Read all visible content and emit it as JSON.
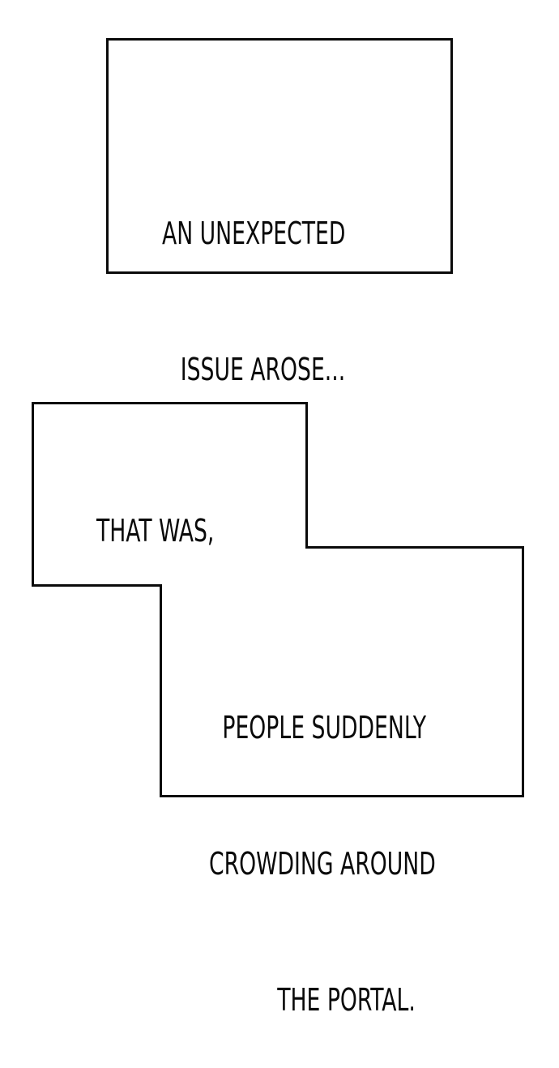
{
  "page": {
    "background": "#ffffff",
    "stroke_color": "#0a0a0a"
  },
  "captions": {
    "box1": {
      "lines": [
        "AN UNEXPECTED",
        " ISSUE AROSE..."
      ]
    },
    "box2_top": {
      "lines": [
        "THAT WAS,"
      ]
    },
    "box2_bottom": {
      "lines": [
        "PEOPLE SUDDENLY",
        "CROWDING AROUND",
        "THE PORTAL."
      ]
    }
  }
}
